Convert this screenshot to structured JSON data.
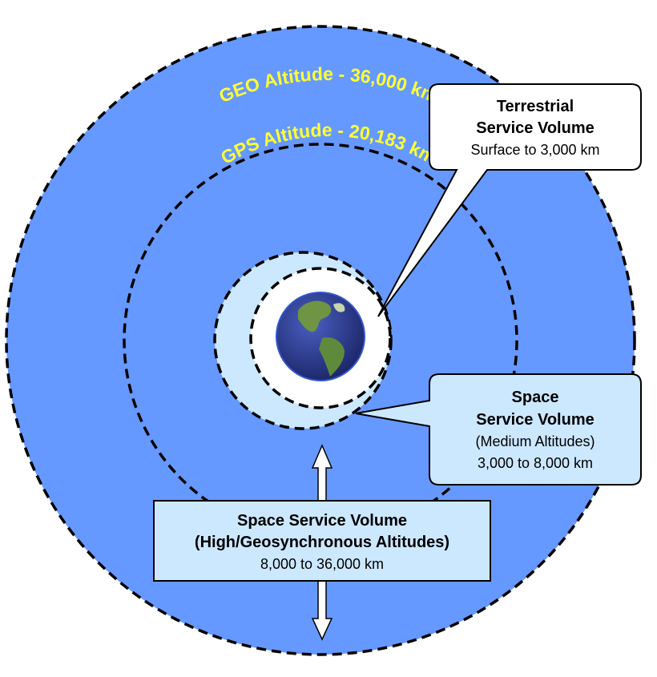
{
  "colors": {
    "geo_region": "#6699ff",
    "space_region_medium": "#cce8ff",
    "terrestrial_region": "#ffffff",
    "callout_fill": "#cce8ff",
    "callout_white": "#ffffff",
    "label_yellow": "#ffff33",
    "earth_ocean": "#2a3d8f",
    "earth_land": "#5f8a3c"
  },
  "arc_labels": {
    "geo": "GEO Altitude - 36,000 km",
    "gps": "GPS Altitude - 20,183 km"
  },
  "callouts": {
    "terrestrial": {
      "title_line1": "Terrestrial",
      "title_line2": "Service Volume",
      "range": "Surface to 3,000 km"
    },
    "space_medium": {
      "title_line1": "Space",
      "title_line2": "Service Volume",
      "subtitle": "(Medium Altitudes)",
      "range": "3,000 to 8,000 km"
    },
    "space_high": {
      "title_line1": "Space Service Volume",
      "title_line2": "(High/Geosynchronous Altitudes)",
      "range": "8,000 to 36,000 km"
    }
  },
  "icons": {
    "earth": "earth-globe-icon",
    "arrow": "double-arrow-icon"
  }
}
